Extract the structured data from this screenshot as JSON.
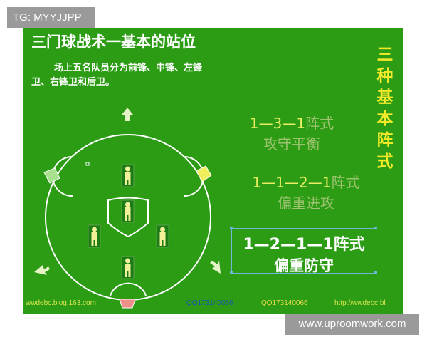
{
  "tag_top": "TG: MYYJJPP",
  "tag_bottom": "www.uproomwork.com",
  "title": "三门球战术一基本的站位",
  "description": "场上五名队员分为前锋、中锋、左锋卫、右锋卫和后卫。",
  "vertical_title": "三种基本阵式",
  "formations": [
    {
      "numbers": "1—3—1",
      "word": "阵式",
      "subtitle": "攻守平衡"
    },
    {
      "numbers": "1—1—2—1",
      "word": "阵式",
      "subtitle": "偏重进攻"
    },
    {
      "numbers": "1—2—1—1",
      "word": "阵式",
      "subtitle": "偏重防守"
    }
  ],
  "footer": {
    "left": "wwdebc.blog.163.com",
    "qq1": "QQ173140066",
    "qq2": "QQ173140066",
    "right": "http://wwdebc.bl"
  },
  "colors": {
    "field": "#2b9c14",
    "lines": "#ffffff",
    "gate_left": "#a8e08e",
    "gate_right": "#f1ee5e",
    "gate_bottom": "#ef8f8a",
    "player": "#f3f09a"
  }
}
